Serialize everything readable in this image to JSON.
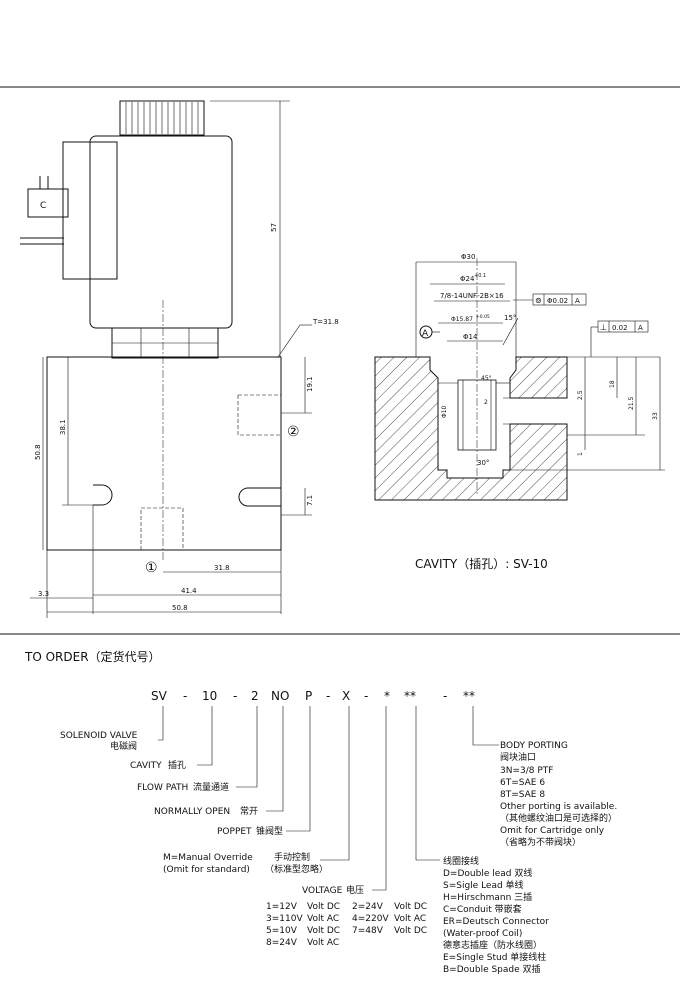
{
  "left_drawing": {
    "dims": {
      "height_57": "57",
      "thread_t": "T=31.8",
      "dim_19_1": "19.1",
      "dim_38_1": "38.1",
      "dim_50_8_v": "50.8",
      "dim_7_1": "7.1",
      "dim_31_8": "31.8",
      "dim_41_4": "41.4",
      "dim_3_3": "3.3",
      "dim_50_8_h": "50.8"
    },
    "coil_label": "C",
    "port1": "①",
    "port2": "②"
  },
  "cavity": {
    "caption": "CAVITY（插孔）: SV-10",
    "dims": {
      "phi30": "Φ30",
      "phi24": "Φ24",
      "phi24_tol": "+0.1",
      "thread": "7/8-14UNF-2B×16",
      "phi15_87": "Φ15.87",
      "phi15_87_tol": "+0.05",
      "phi14": "Φ14",
      "angle15": "15°",
      "angle45": "45°",
      "r02": "2",
      "angle30": "30°",
      "dim_2_5": "2.5",
      "dim_18": "18",
      "dim_21_5": "21.5",
      "dim_33": "33",
      "phi10": "Φ10",
      "dim_1": "1",
      "datum": "A",
      "gtol1_sym": "⊚",
      "gtol1_val": "Φ0.02",
      "gtol1_ref": "A",
      "gtol2_sym": "⊥",
      "gtol2_val": "0.02",
      "gtol2_ref": "A"
    }
  },
  "order": {
    "heading": "TO ORDER（定货代号）",
    "code": [
      "SV",
      "-",
      "10",
      "-",
      "2",
      "NO",
      "P",
      "-",
      "X",
      "-",
      "*",
      "**",
      "-",
      "**"
    ],
    "solenoid_valve": "SOLENOID VALVE",
    "solenoid_valve_cn": "电磁阀",
    "cavity": "CAVITY",
    "cavity_cn": "插孔",
    "flow_path": "FLOW PATH",
    "flow_path_cn": "流量通道",
    "normally_open": "NORMALLY OPEN",
    "normally_open_cn": "常开",
    "poppet": "POPPET",
    "poppet_cn": "锥阀型",
    "manual_override": "M=Manual Override",
    "manual_override_cn": "手动控制",
    "omit_standard": "(Omit for standard)",
    "omit_standard_cn": "（标准型忽略）",
    "voltage_label": "VOLTAGE",
    "voltage_label_cn": "电压",
    "voltage_rows": [
      [
        "1=12V",
        "Volt DC",
        "2=24V",
        "Volt DC"
      ],
      [
        "3=110V",
        "Volt AC",
        "4=220V",
        "Volt AC"
      ],
      [
        "5=10V",
        "Volt DC",
        "7=48V",
        "Volt DC"
      ],
      [
        "8=24V",
        "Volt AC",
        "",
        ""
      ]
    ],
    "coil_lines": [
      "线圈接线",
      "D=Double lead 双线",
      "S=Sigle Lead  单线",
      "H=Hirschmann  三插",
      "C=Conduit     带嵌套",
      "ER=Deutsch Connector",
      "(Water-proof Coil)",
      "德意志插座（防水线圈）",
      "E=Single Stud  单接线柱",
      "B=Double Spade  双插"
    ],
    "body_porting_lines": [
      "BODY PORTING",
      "阀块油口",
      "3N=3/8 PTF",
      "6T=SAE 6",
      "8T=SAE 8",
      "Other porting is available.",
      "（其他螺纹油口是可选择的）",
      "Omit for Cartridge only",
      "（省略为不带阀块）"
    ]
  }
}
